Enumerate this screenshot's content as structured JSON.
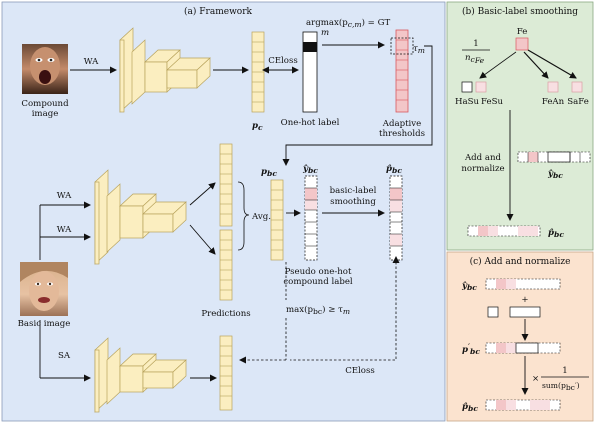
{
  "panels": {
    "framework": {
      "title": "(a) Framework"
    },
    "smoothing": {
      "title": "(b) Basic-label smoothing"
    },
    "normalize": {
      "title": "(c) Add and normalize"
    }
  },
  "framework": {
    "compound_image_label": "Compound\nimage",
    "basic_image_label": "Basic image",
    "wa_label": "WA",
    "sa_label": "SA",
    "ce_loss_top": "CEloss",
    "ce_loss_bottom": "CEloss",
    "argmax_eq": "argmax(p",
    "argmax_sub": "c,m",
    "argmax_tail": ") = GT",
    "m_label": "m",
    "tau_label": "τ",
    "tau_sub": "m",
    "pc_label": "p",
    "pc_sub": "c",
    "one_hot_label": "One-hot label",
    "adaptive_thresholds_label": "Adaptive\nthresholds",
    "avg_label": "Avg.",
    "pbc_label": "p",
    "pbc_sub": "bc",
    "ybc_label": "ŷ",
    "ybc_sub": "bc",
    "pbc_hat_label": "p̂",
    "pbc_hat_sub": "bc",
    "basic_smoothing_label": "basic-label\nsmoothing",
    "pseudo_label": "Pseudo one-hot\ncompound label",
    "predictions_label": "Predictions",
    "max_eq": "max(p",
    "max_sub": "bc",
    "max_tail": ") ≥ τ",
    "max_tau_sub": "m"
  },
  "smoothing": {
    "fe_label": "Fe",
    "frac_num": "1",
    "frac_den": "n",
    "frac_den_sub": "c",
    "frac_den_sub2": "Fe",
    "compound_labels": [
      "HaSu",
      "FeSu",
      "FeAn",
      "SaFe"
    ],
    "add_normalize_label": "Add and\nnormalize",
    "ybc_label": "ŷ",
    "ybc_sub": "bc",
    "pbc_hat_label": "p̂",
    "pbc_hat_sub": "bc"
  },
  "normalize": {
    "ybc_label": "ŷ",
    "ybc_sub": "bc",
    "plus": "+",
    "pbc_prime_label": "p",
    "pbc_prime_sub": "bc",
    "pbc_prime_sup": "′",
    "times": "×",
    "norm_num": "1",
    "norm_den": "sum(p",
    "norm_den_sub": "bc",
    "norm_den_tail": "′)",
    "pbc_hat_label": "p̂",
    "pbc_hat_sub": "bc"
  },
  "colors": {
    "framework_bg": "#dce7f7",
    "smoothing_bg": "#dcebd6",
    "normalize_bg": "#fbe3cf",
    "feature_fill": "#fbeec0",
    "feature_stroke": "#b8a35c",
    "pink": "#f3c6c8",
    "pink_light": "#f8dfe2",
    "red_border": "#d9585e"
  }
}
